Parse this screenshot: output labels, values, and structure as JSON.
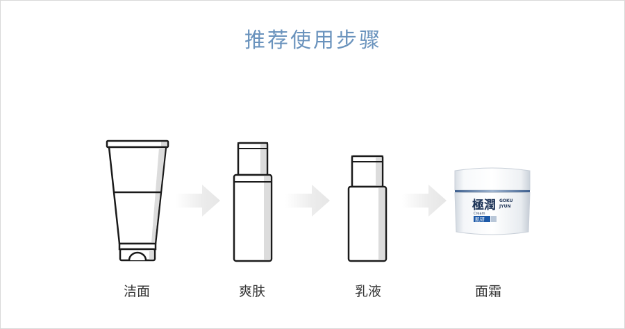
{
  "title": "推荐使用步骤",
  "steps": [
    {
      "label": "洁面",
      "icon": "cleanser-tube-icon"
    },
    {
      "label": "爽肤",
      "icon": "toner-bottle-icon"
    },
    {
      "label": "乳液",
      "icon": "lotion-bottle-icon"
    },
    {
      "label": "面霜",
      "icon": "cream-jar-icon"
    }
  ],
  "jar": {
    "brand": "極潤",
    "sub1": "GOKU",
    "sub2": "JYUN",
    "type": "Cream",
    "badge": "肌研"
  },
  "colors": {
    "title": "#6a93bd",
    "outline": "#1a1a1a",
    "label": "#333333",
    "arrow": "#e9e9e9"
  }
}
